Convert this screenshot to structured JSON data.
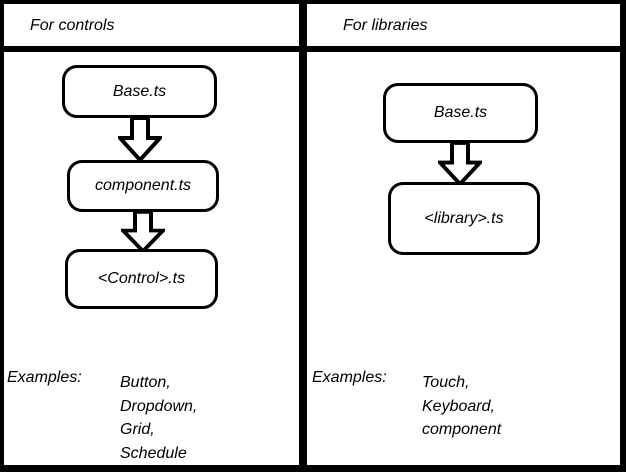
{
  "diagram": {
    "panels": [
      {
        "title": "For controls",
        "flow": [
          "Base.ts",
          "component.ts",
          "<Control>.ts"
        ],
        "examples_label": "Examples:",
        "examples": [
          "Button,",
          "Dropdown,",
          "Grid,",
          "Schedule"
        ]
      },
      {
        "title": "For libraries",
        "flow": [
          "Base.ts",
          "<library>.ts"
        ],
        "examples_label": "Examples:",
        "examples": [
          "Touch,",
          "Keyboard,",
          "component"
        ]
      }
    ],
    "colors": {
      "line": "#000000",
      "background": "#ffffff",
      "text": "#000000"
    }
  }
}
